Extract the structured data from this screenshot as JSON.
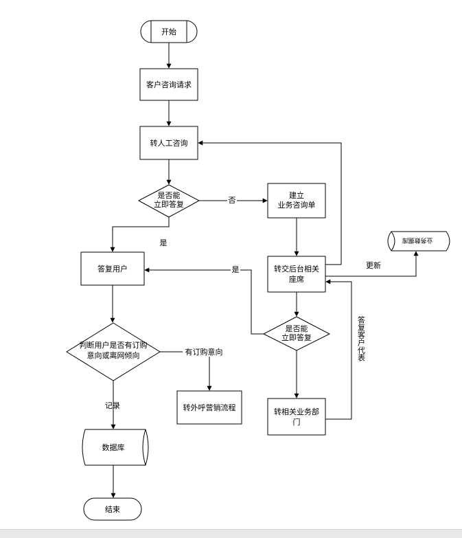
{
  "nodes": {
    "start": "开始",
    "request": "客户咨询请求",
    "transfer_manual": "转人工咨询",
    "decision1": [
      "是否能",
      "立即答复"
    ],
    "create_ticket": [
      "建立",
      "业务咨询单"
    ],
    "reply_user": "答复用户",
    "transfer_backend": [
      "转交后台相关",
      "座席"
    ],
    "business_db": "业务数据库",
    "decision2": [
      "是否能",
      "立即答复"
    ],
    "judge_intent": [
      "判断用户是否有订购",
      "意向或离网倾向"
    ],
    "outbound_flow": "转外呼营销流程",
    "transfer_dept": [
      "转相关业务部",
      "门"
    ],
    "database": "数据库",
    "end": "结束"
  },
  "edges": {
    "no": "否",
    "yes1": "是",
    "yes2": "是",
    "update": "更新",
    "reply_rep": "答复客户代表",
    "has_intent": "有订购意向",
    "record": "记录"
  }
}
